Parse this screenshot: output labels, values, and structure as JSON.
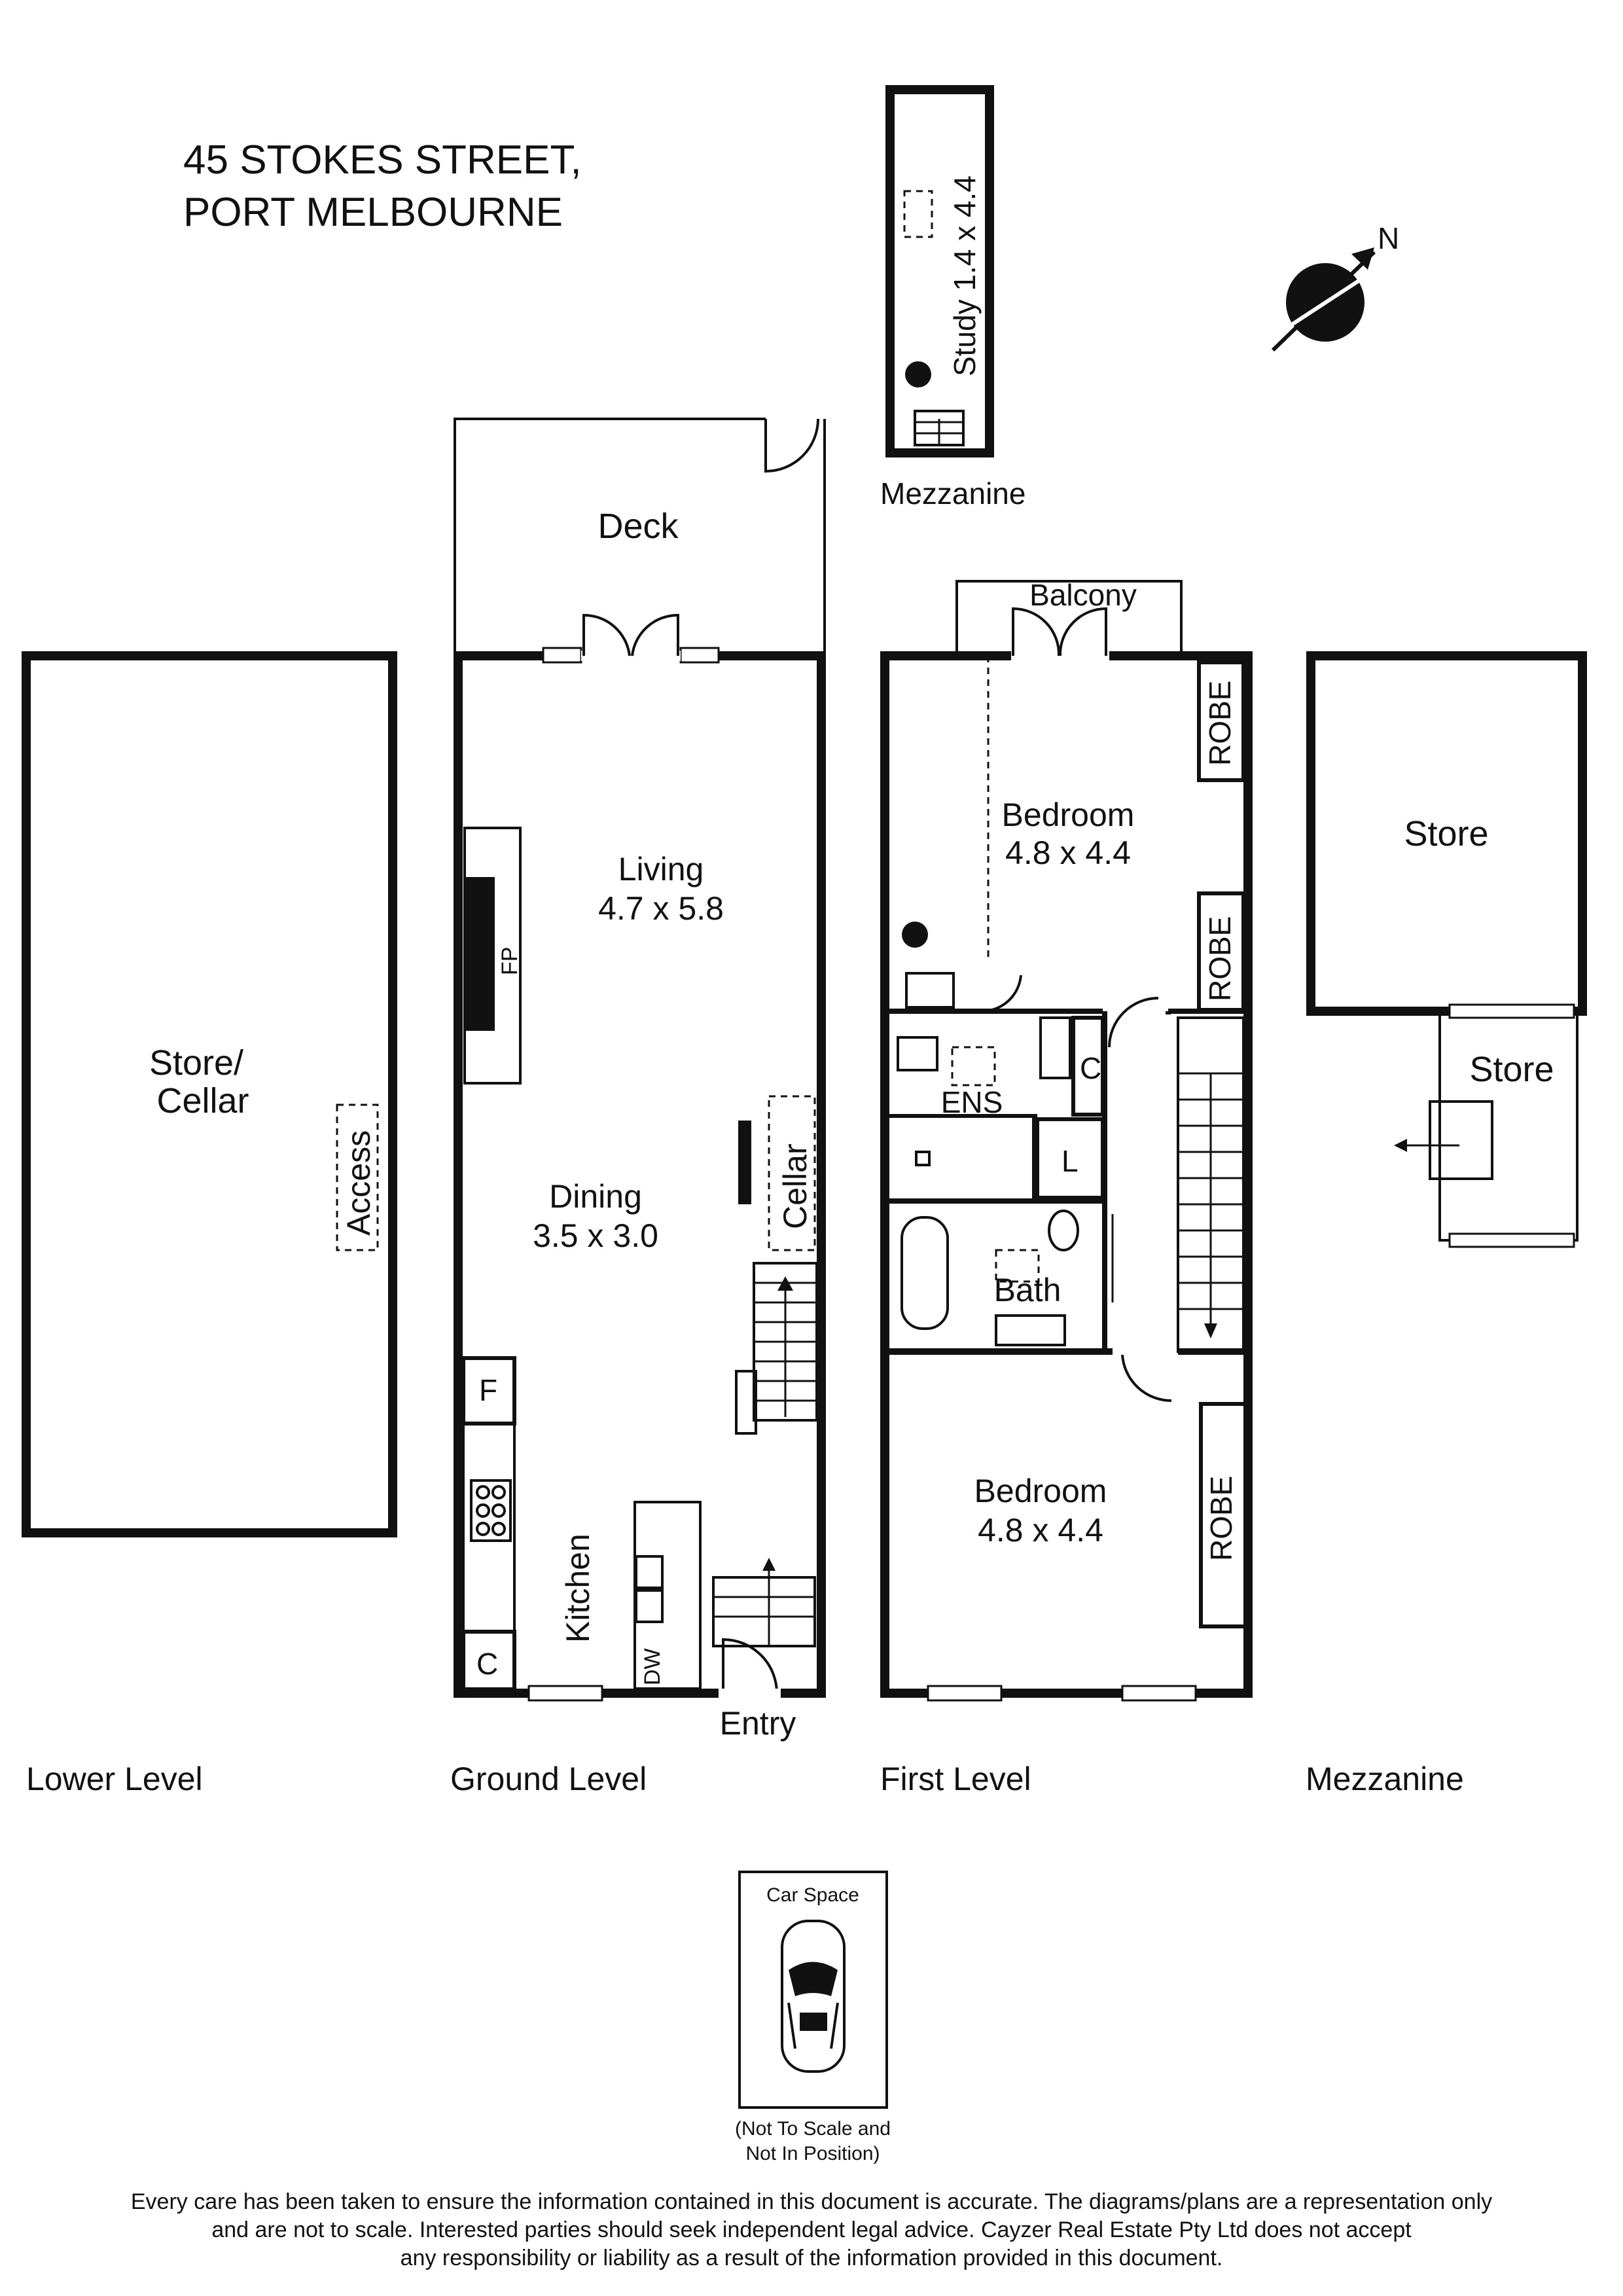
{
  "address": {
    "line1": "45 STOKES STREET,",
    "line2": "PORT MELBOURNE"
  },
  "compass": {
    "north_label": "N",
    "icon": "north-arrow-icon"
  },
  "mezzanine_top": {
    "room": "Study 1.4 x 4.4",
    "level_label": "Mezzanine"
  },
  "lower_level": {
    "level_label": "Lower Level",
    "room_line1": "Store/",
    "room_line2": "Cellar",
    "access_label": "Access"
  },
  "ground_level": {
    "level_label": "Ground Level",
    "deck": "Deck",
    "living_name": "Living",
    "living_size": "4.7 x 5.8",
    "fireplace": "FP",
    "dining_name": "Dining",
    "dining_size": "3.5 x 3.0",
    "cellar": "Cellar",
    "fridge": "F",
    "kitchen": "Kitchen",
    "cupboard": "C",
    "dishwasher": "DW",
    "entry": "Entry"
  },
  "first_level": {
    "level_label": "First Level",
    "balcony": "Balcony",
    "bedroom1_name": "Bedroom",
    "bedroom1_size": "4.8 x 4.4",
    "robe1": "ROBE",
    "robe2": "ROBE",
    "ensuite": "ENS",
    "cupboard": "C",
    "linen": "L",
    "bath": "Bath",
    "bedroom2_name": "Bedroom",
    "bedroom2_size": "4.8 x 4.4",
    "robe3": "ROBE"
  },
  "mezzanine_right": {
    "level_label": "Mezzanine",
    "store1": "Store",
    "store2": "Store"
  },
  "car_space": {
    "title": "Car Space",
    "note_line1": "(Not To Scale and",
    "note_line2": "Not In Position)",
    "icon": "car-icon"
  },
  "disclaimer": {
    "line1": "Every care has been taken to ensure the information contained in this document is accurate. The diagrams/plans are a representation only",
    "line2": "and are not to scale. Interested parties should seek independent legal advice. Cayzer Real Estate Pty Ltd does not accept",
    "line3": "any responsibility or liability as a result of the information provided in this document."
  }
}
